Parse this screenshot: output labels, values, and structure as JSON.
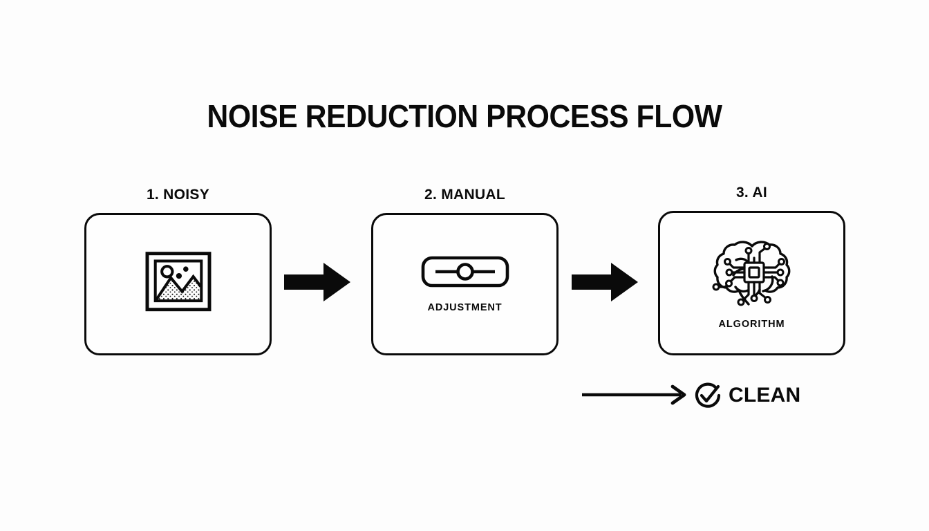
{
  "page": {
    "title": "NOISE REDUCTION PROCESS FLOW",
    "background_color": "#fdfdfd",
    "ink_color": "#0a0a0a"
  },
  "steps": [
    {
      "label": "1. NOISY",
      "icon": "noisy-image-icon",
      "caption": ""
    },
    {
      "label": "2. MANUAL",
      "icon": "slider-adjustment-icon",
      "caption": "ADJUSTMENT"
    },
    {
      "label": "3. AI",
      "icon": "ai-brain-chip-icon",
      "caption": "ALGORITHM"
    }
  ],
  "connectors": [
    {
      "name": "block-arrow-1",
      "icon": "right-block-arrow-icon"
    },
    {
      "name": "block-arrow-2",
      "icon": "right-block-arrow-icon"
    }
  ],
  "outcome": {
    "arrow_icon": "right-line-arrow-icon",
    "status_icon": "circle-check-icon",
    "label": "CLEAN"
  }
}
